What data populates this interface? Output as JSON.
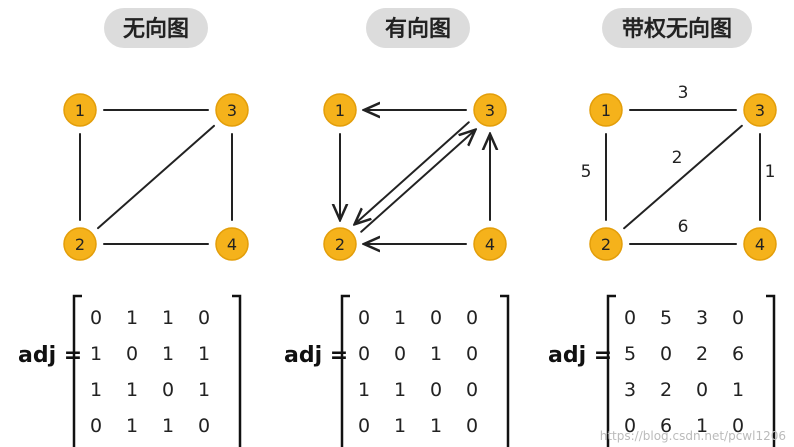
{
  "panels": [
    {
      "title": "无向图",
      "directed": false,
      "nodes": [
        "1",
        "3",
        "2",
        "4"
      ],
      "edges": [
        {
          "from": "1",
          "to": "3"
        },
        {
          "from": "1",
          "to": "2"
        },
        {
          "from": "2",
          "to": "3"
        },
        {
          "from": "3",
          "to": "4"
        },
        {
          "from": "2",
          "to": "4"
        }
      ],
      "adj_label": "adj =",
      "matrix": [
        [
          "0",
          "1",
          "1",
          "0"
        ],
        [
          "1",
          "0",
          "1",
          "1"
        ],
        [
          "1",
          "1",
          "0",
          "1"
        ],
        [
          "0",
          "1",
          "1",
          "0"
        ]
      ]
    },
    {
      "title": "有向图",
      "directed": true,
      "nodes": [
        "1",
        "3",
        "2",
        "4"
      ],
      "edges": [
        {
          "from": "3",
          "to": "1"
        },
        {
          "from": "1",
          "to": "2"
        },
        {
          "from": "2",
          "to": "3"
        },
        {
          "from": "3",
          "to": "2"
        },
        {
          "from": "4",
          "to": "3"
        },
        {
          "from": "4",
          "to": "2"
        }
      ],
      "adj_label": "adj =",
      "matrix": [
        [
          "0",
          "1",
          "0",
          "0"
        ],
        [
          "0",
          "0",
          "1",
          "0"
        ],
        [
          "1",
          "1",
          "0",
          "0"
        ],
        [
          "0",
          "1",
          "1",
          "0"
        ]
      ]
    },
    {
      "title": "带权无向图",
      "directed": false,
      "nodes": [
        "1",
        "3",
        "2",
        "4"
      ],
      "edges": [
        {
          "from": "1",
          "to": "3",
          "weight": "3"
        },
        {
          "from": "1",
          "to": "2",
          "weight": "5"
        },
        {
          "from": "2",
          "to": "3",
          "weight": "2"
        },
        {
          "from": "3",
          "to": "4",
          "weight": "1"
        },
        {
          "from": "2",
          "to": "4",
          "weight": "6"
        }
      ],
      "adj_label": "adj =",
      "matrix": [
        [
          "0",
          "5",
          "3",
          "0"
        ],
        [
          "5",
          "0",
          "2",
          "6"
        ],
        [
          "3",
          "2",
          "0",
          "1"
        ],
        [
          "0",
          "6",
          "1",
          "0"
        ]
      ]
    }
  ],
  "watermark": "https://blog.csdn.net/pcwl1206",
  "colors": {
    "node": "#f5b21b",
    "title_bg": "#dcdcdc",
    "stroke": "#222222"
  }
}
